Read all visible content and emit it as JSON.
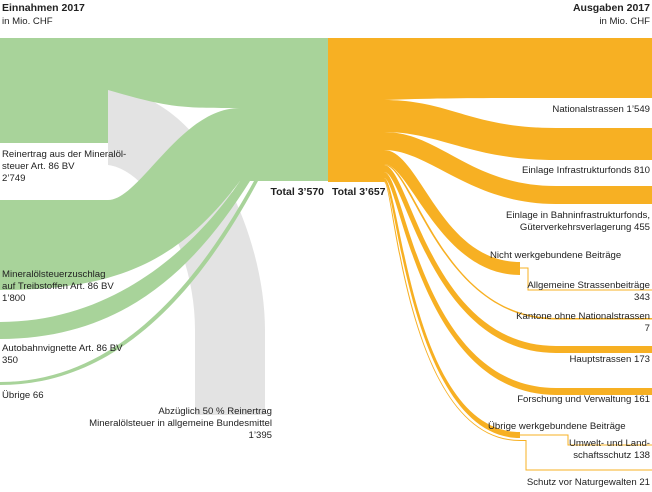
{
  "income": {
    "header_title": "Einnahmen 2017",
    "header_unit": "in Mio. CHF",
    "total": "Total 3’570",
    "items": [
      {
        "lines": [
          "Reinertrag aus der Mineralöl-",
          "steuer Art. 86 BV",
          "2’749"
        ],
        "value": 2749
      },
      {
        "lines": [
          "Mineralölsteuerzuschlag",
          "auf Treibstoffen Art. 86 BV",
          "1’800"
        ],
        "value": 1800
      },
      {
        "lines": [
          "Autobahnvignette Art. 86 BV",
          "350"
        ],
        "value": 350
      },
      {
        "lines": [
          "Übrige 66"
        ],
        "value": 66
      }
    ],
    "deduction": {
      "lines": [
        "Abzüglich 50 % Reinertrag",
        "Mineralölsteuer in allgemeine Bundesmittel",
        "1’395"
      ],
      "value": 1395
    }
  },
  "expenses": {
    "header_title": "Ausgaben 2017",
    "header_unit": "in Mio. CHF",
    "total": "Total 3’657",
    "items": [
      {
        "lines": [
          "Nationalstrassen 1’549"
        ],
        "value": 1549
      },
      {
        "lines": [
          "Einlage Infrastrukturfonds 810"
        ],
        "value": 810
      },
      {
        "lines": [
          "Einlage in Bahninfrastrukturfonds,",
          "Güterverkehrsverlagerung 455"
        ],
        "value": 455
      },
      {
        "lines": [
          "Nicht werkgebundene Beiträge"
        ],
        "group": true
      },
      {
        "lines": [
          "Allgemeine Strassenbeiträge",
          "343"
        ],
        "value": 343
      },
      {
        "lines": [
          "Kantone ohne Nationalstrassen",
          "7"
        ],
        "value": 7
      },
      {
        "lines": [
          "Hauptstrassen 173"
        ],
        "value": 173
      },
      {
        "lines": [
          "Forschung und Verwaltung 161"
        ],
        "value": 161
      },
      {
        "lines": [
          "Übrige werkgebundene Beiträge"
        ],
        "group": true
      },
      {
        "lines": [
          "Umwelt- und Land-",
          "schaftsschutz 138"
        ],
        "value": 138
      },
      {
        "lines": [
          "Schutz vor Naturgewalten 21"
        ],
        "value": 21
      }
    ]
  },
  "colors": {
    "income": "#a8d39a",
    "expense": "#f7b023",
    "deduction": "#e3e3e3",
    "text": "#222222"
  }
}
